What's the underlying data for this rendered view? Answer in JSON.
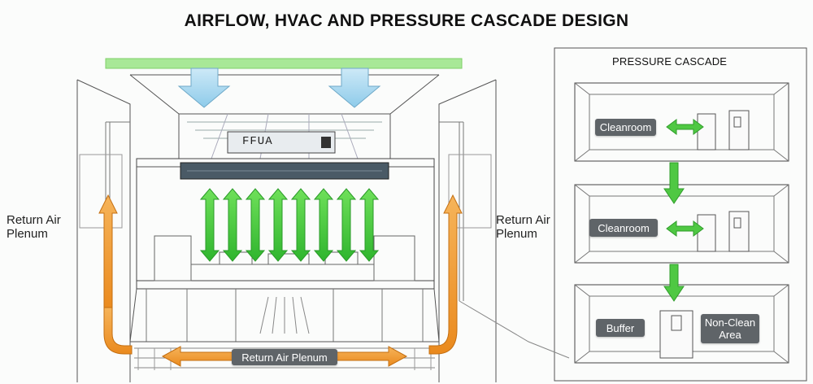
{
  "title": "AIRFLOW, HVAC AND PRESSURE CASCADE DESIGN",
  "left_label": {
    "line1": "Return Air",
    "line2": "Plenum"
  },
  "right_label": {
    "line1": "Return Air",
    "line2": "Plenum"
  },
  "ffu_label": "FFUA",
  "bottom_plenum_label": "Return Air Plenum",
  "cascade": {
    "title": "PRESSURE CASCADE",
    "rooms": [
      {
        "label": "Cleanroom"
      },
      {
        "label": "Cleanroom"
      },
      {
        "label": "Buffer",
        "adjacent": "Non-Clean Area"
      }
    ]
  },
  "colors": {
    "supply_air": "#9fd3ee",
    "ceiling_supply": "#8fdb7a",
    "downflow": "#3cc53a",
    "return_air": "#f0962a",
    "tag_bg": "#5f6468"
  }
}
